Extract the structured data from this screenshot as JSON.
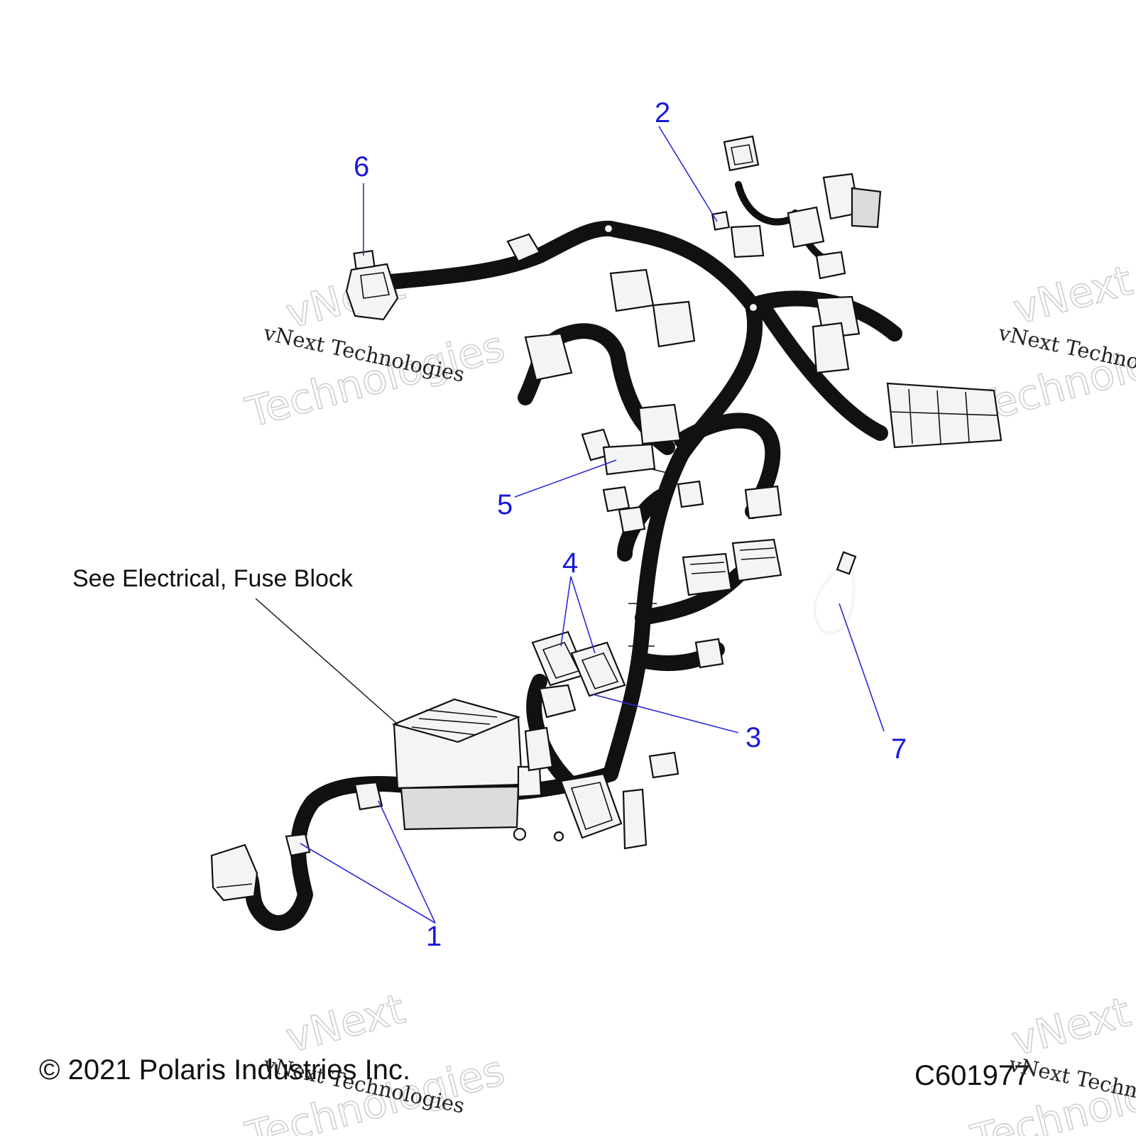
{
  "callouts": [
    {
      "id": "1",
      "label": "1"
    },
    {
      "id": "2",
      "label": "2"
    },
    {
      "id": "3",
      "label": "3"
    },
    {
      "id": "4",
      "label": "4"
    },
    {
      "id": "5",
      "label": "5"
    },
    {
      "id": "6",
      "label": "6"
    },
    {
      "id": "7",
      "label": "7"
    }
  ],
  "note": "See Electrical, Fuse Block",
  "copyright": "© 2021 Polaris Industries Inc.",
  "drawing_number": "C601977",
  "watermark": {
    "small": "vNext Technologies",
    "big_line1": "vNext",
    "big_line2": "Technologies"
  },
  "colors": {
    "callout": "#1a1ad8",
    "line_art": "#111111"
  }
}
